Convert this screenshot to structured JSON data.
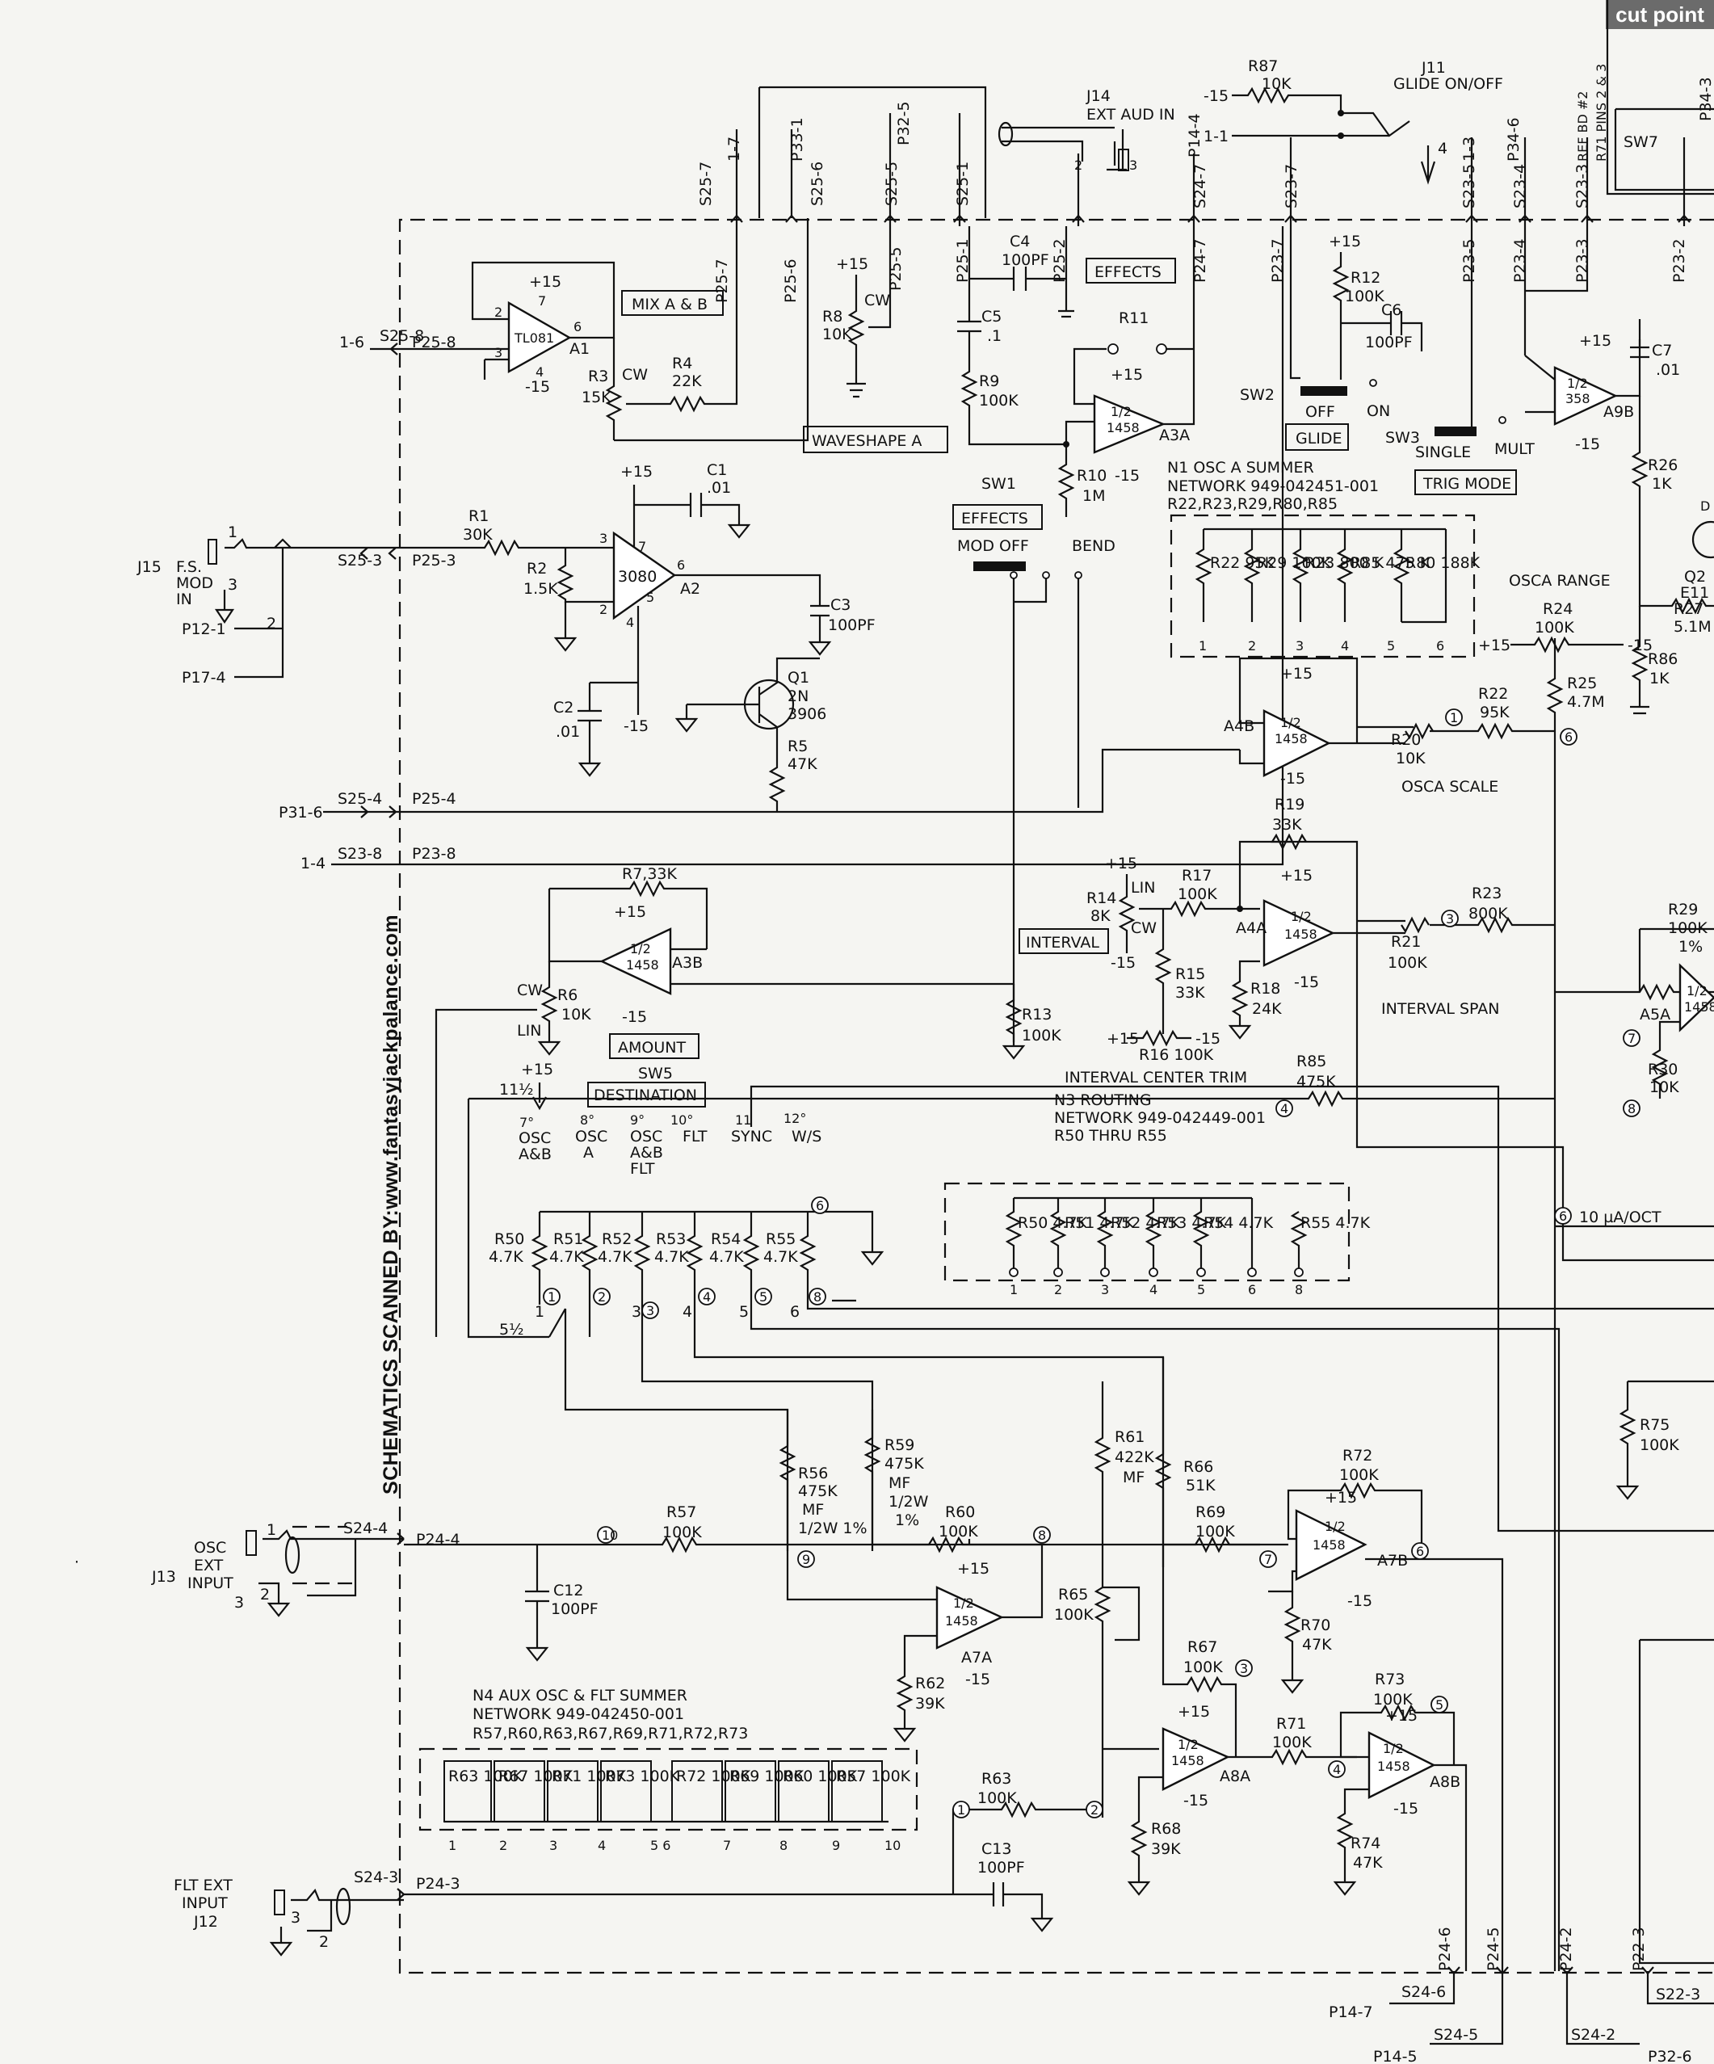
{
  "header": {
    "cut_tab": "cut point"
  },
  "credit": "SCHEMATICS SCANNED BY:www.fantasyjackpalance.com",
  "boxes": {
    "mix": "MIX A & B",
    "effects": "EFFECTS",
    "waveshape": "WAVESHAPE A",
    "effects_sw": "EFFECTS",
    "glide": "GLIDE",
    "trig": "TRIG MODE",
    "interval": "INTERVAL",
    "amount": "AMOUNT",
    "destination": "DESTINATION"
  },
  "headings": {
    "n1": [
      "N1 OSC A SUMMER",
      "NETWORK 949-042451-001",
      "R22,R23,R29,R80,R85"
    ],
    "n3": [
      "N3 ROUTING",
      "NETWORK 949-042449-001",
      "R50 THRU R55"
    ],
    "n4": [
      "N4 AUX OSC & FLT SUMMER",
      "NETWORK 949-042450-001",
      "R57,R60,R63,R67,R69,R71,R72,R73"
    ],
    "osca_range": "OSCA RANGE",
    "osca_scale": "OSCA SCALE",
    "interval_span": "INTERVAL SPAN",
    "interval_center_trim": "INTERVAL CENTER TRIM",
    "current_note": "10 µA/OCT"
  },
  "jacks": {
    "j15": [
      "J15",
      "F.S.",
      "MOD",
      "IN"
    ],
    "j13": [
      "OSC",
      "EXT",
      "INPUT",
      "J13"
    ],
    "j12": [
      "FLT EXT",
      "INPUT",
      "J12"
    ],
    "j14": [
      "J14",
      "EXT AUD IN"
    ],
    "j11": [
      "J11",
      "GLIDE ON/OFF"
    ]
  },
  "connectors": {
    "s25_8": "S25-8",
    "p25_8": "P25-8",
    "n1_6": "1-6",
    "s25_3": "S25-3",
    "p25_3": "P25-3",
    "s25_4": "S25-4",
    "p25_4": "P25-4",
    "p31_6": "P31-6",
    "s23_8": "S23-8",
    "p23_8": "P23-8",
    "n1_4": "1-4",
    "s24_4": "S24-4",
    "p24_4": "P24-4",
    "s24_3": "S24-3",
    "p24_3": "P24-3",
    "p12_1": "P12-1",
    "p17_4": "P17-4",
    "top": [
      "S25-7",
      "1-7",
      "P33-1",
      "S25-6",
      "S25-5",
      "P32-5",
      "S25-1",
      "P14-4",
      "S24-7",
      "S23-7",
      "1-3",
      "P34-6",
      "S23-5",
      "S23-4",
      "S23-3",
      "P34-3"
    ],
    "inner": [
      "P25-7",
      "P25-6",
      "P25-5",
      "P25-1",
      "P25-2",
      "P24-7",
      "P23-7",
      "P23-5",
      "P23-4",
      "P23-3",
      "P23-2"
    ],
    "ref": [
      "REF BD #2",
      "R71 PINS 2 & 3"
    ],
    "bottom": [
      "P24-6",
      "P24-5",
      "P24-2",
      "P22-3",
      "S22-3",
      "S24-6",
      "P14-7",
      "S24-5",
      "P14-5",
      "S24-2",
      "P32-6"
    ]
  },
  "ic": {
    "a1": [
      "TL081",
      "A1"
    ],
    "a2": [
      "3080",
      "A2"
    ],
    "a3a": [
      "1/2",
      "1458",
      "A3A"
    ],
    "a3b": [
      "1/2",
      "1458",
      "A3B"
    ],
    "a4b": [
      "1/2",
      "1458",
      "A4B"
    ],
    "a4a": [
      "1/2",
      "1458",
      "A4A"
    ],
    "a9b": [
      "1/2",
      "358",
      "A9B"
    ],
    "a5a": [
      "1/2",
      "1458",
      "A5A"
    ],
    "a7a": [
      "1/2",
      "1458",
      "A7A"
    ],
    "a7b": [
      "1/2",
      "1458",
      "A7B"
    ],
    "a8a": [
      "1/2",
      "1458",
      "A8A"
    ],
    "a8b": [
      "1/2",
      "1458",
      "A8B"
    ]
  },
  "parts": {
    "r1": [
      "R1",
      "30K"
    ],
    "r2": [
      "R2",
      "1.5K"
    ],
    "r3": [
      "R3",
      "15K"
    ],
    "r4": [
      "R4",
      "22K"
    ],
    "r5": [
      "R5",
      "47K"
    ],
    "r6": [
      "R6",
      "10K"
    ],
    "r7": "R7,33K",
    "r8": [
      "R8",
      "10K"
    ],
    "r9": [
      "R9",
      "100K"
    ],
    "r10": [
      "R10",
      "1M"
    ],
    "r11": "R11",
    "r12": [
      "R12",
      "100K"
    ],
    "r13": [
      "R13",
      "100K"
    ],
    "r14": [
      "R14",
      "8K"
    ],
    "r15": [
      "R15",
      "33K"
    ],
    "r16": "R16 100K",
    "r17": [
      "R17",
      "100K"
    ],
    "r18": [
      "R18",
      "24K"
    ],
    "r19": [
      "R19",
      "33K"
    ],
    "r20": [
      "R20",
      "10K"
    ],
    "r21": [
      "R21",
      "100K"
    ],
    "r22": [
      "R22",
      "95K"
    ],
    "r23": [
      "R23",
      "800K"
    ],
    "r24": [
      "R24",
      "100K"
    ],
    "r25": [
      "R25",
      "4.7M"
    ],
    "r26": [
      "R26",
      "1K"
    ],
    "r27": [
      "R27",
      "5.1M"
    ],
    "r29": [
      "R29",
      "100K",
      "1%"
    ],
    "r30": [
      "R30",
      "10K"
    ],
    "r56": [
      "R56",
      "475K",
      "MF",
      "1/2W 1%"
    ],
    "r57": [
      "R57",
      "100K"
    ],
    "r59": [
      "R59",
      "475K",
      "MF",
      "1/2W",
      "1%"
    ],
    "r60": [
      "R60",
      "100K"
    ],
    "r61": [
      "R61",
      "422K",
      "MF"
    ],
    "r62": [
      "R62",
      "39K"
    ],
    "r63": [
      "R63",
      "100K"
    ],
    "r65": [
      "R65",
      "100K"
    ],
    "r66": [
      "R66",
      "51K"
    ],
    "r67": [
      "R67",
      "100K"
    ],
    "r68": [
      "R68",
      "39K"
    ],
    "r69": [
      "R69",
      "100K"
    ],
    "r70": [
      "R70",
      "47K"
    ],
    "r71": [
      "R71",
      "100K"
    ],
    "r72": [
      "R72",
      "100K"
    ],
    "r73": [
      "R73",
      "100K"
    ],
    "r74": [
      "R74",
      "47K"
    ],
    "r75": [
      "R75",
      "100K"
    ],
    "r85": [
      "R85",
      "475K"
    ],
    "r86": [
      "R86",
      "1K"
    ],
    "r87": "R87",
    "r87v": "10K",
    "c1": [
      "C1",
      ".01"
    ],
    "c2": [
      "C2",
      ".01"
    ],
    "c3": [
      "C3",
      "100PF"
    ],
    "c4": [
      "C4",
      "100PF"
    ],
    "c5": [
      "C5",
      ".1"
    ],
    "c6": [
      "C6",
      "100PF"
    ],
    "c7": [
      "C7",
      ".01"
    ],
    "c12": [
      "C12",
      "100PF"
    ],
    "c13": [
      "C13",
      "100PF"
    ],
    "q1": [
      "Q1",
      "2N",
      "3906"
    ],
    "q2": [
      "Q2",
      "E11"
    ]
  },
  "switches": {
    "sw1": "SW1",
    "sw1_opts": [
      "MOD OFF",
      "BEND"
    ],
    "sw2": "SW2",
    "sw2_opts": [
      "OFF",
      "ON"
    ],
    "sw3": "SW3",
    "sw3_opts": [
      "SINGLE",
      "MULT"
    ],
    "sw5": "SW5",
    "sw7": "SW7",
    "sw5_pos": [
      "OSC A&B",
      "OSC A",
      "OSC A&B FLT",
      "FLT",
      "SYNC",
      "W/S"
    ]
  },
  "supplies": {
    "pos": "+15",
    "neg": "-15",
    "cw": "CW",
    "lin": "LIN"
  },
  "networks": {
    "n1": [
      "R22 95K",
      "R29 100K",
      "R23 800 K",
      "R85 475 K",
      "R80 188K"
    ],
    "n3": [
      "R50 4.7K",
      "R51 4.7K",
      "R52 4.7K",
      "R53 4.7K",
      "R54 4.7K",
      "R55 4.7K"
    ],
    "n4": [
      "R63 100K",
      "R67 100K",
      "R71 100K",
      "R73 100K",
      "R72 100K",
      "R69 100K",
      "R60 100K",
      "R57 100K"
    ]
  }
}
